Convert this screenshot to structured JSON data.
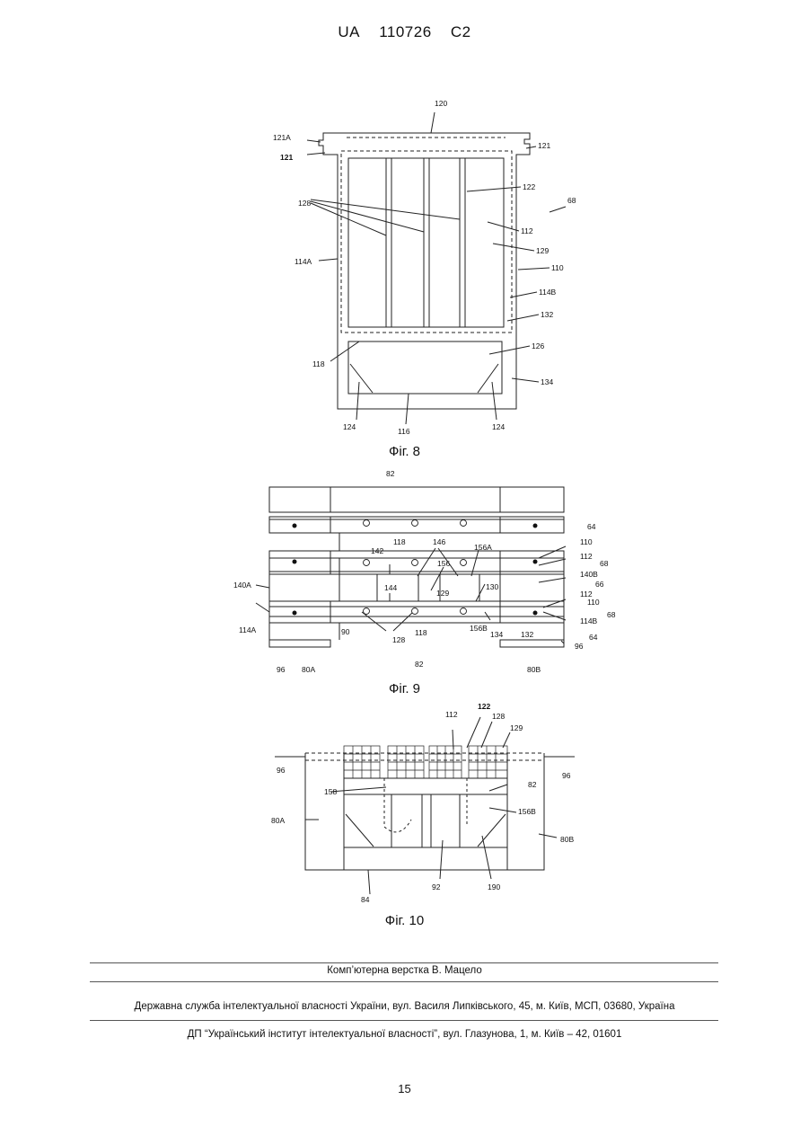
{
  "header": {
    "country": "UA",
    "number": "110726",
    "kind": "C2"
  },
  "fig8": {
    "caption": "Фіг. 8",
    "labels": [
      "120",
      "121A",
      "121",
      "121",
      "122",
      "128",
      "68",
      "112",
      "129",
      "114A",
      "110",
      "114B",
      "132",
      "126",
      "118",
      "134",
      "124",
      "116",
      "124"
    ]
  },
  "fig9": {
    "caption": "Фіг. 9",
    "labels": [
      "82",
      "64",
      "110",
      "118",
      "146",
      "156A",
      "112",
      "142",
      "68",
      "156",
      "140A",
      "140B",
      "66",
      "144",
      "130",
      "129",
      "112",
      "110",
      "68",
      "156B",
      "114B",
      "114A",
      "134",
      "132",
      "90",
      "128",
      "118",
      "64",
      "96",
      "96",
      "80A",
      "82",
      "80B"
    ]
  },
  "fig10": {
    "caption": "Фіг. 10",
    "labels": [
      "122",
      "112",
      "128",
      "129",
      "96",
      "96",
      "82",
      "158",
      "156B",
      "80A",
      "80B",
      "84",
      "92",
      "190"
    ]
  },
  "footer": {
    "layout": "Комп’ютерна верстка В. Мацело",
    "office": "Державна служба інтелектуальної власності України, вул. Василя Липківського, 45, м. Київ, МСП, 03680, Україна",
    "institute": "ДП “Український інститут інтелектуальної власності”, вул. Глазунова, 1, м. Київ – 42, 01601",
    "page": "15"
  }
}
